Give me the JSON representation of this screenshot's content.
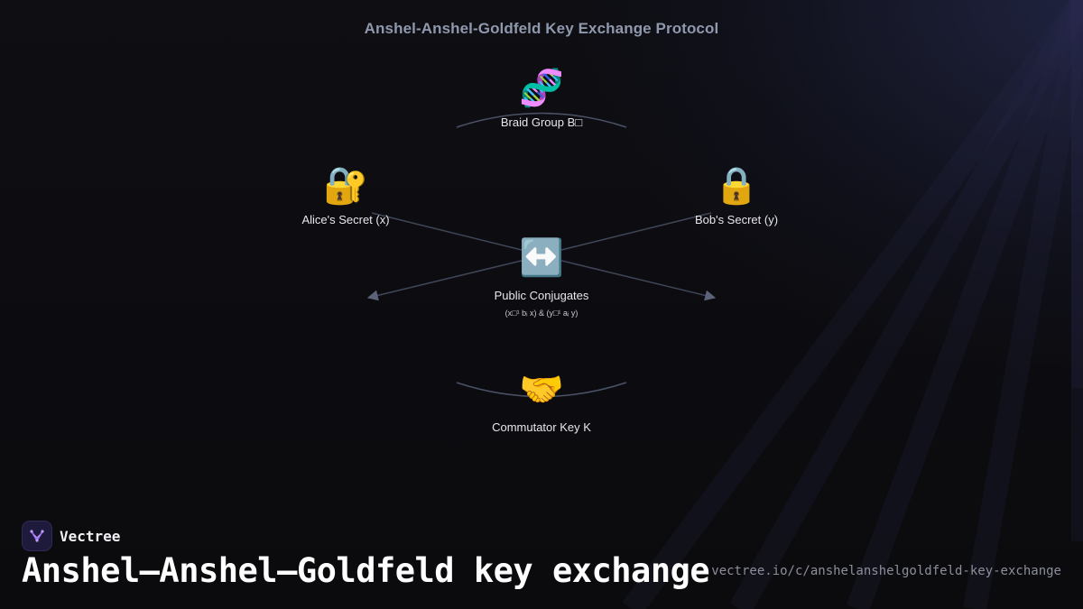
{
  "diagram": {
    "title": "Anshel-Anshel-Goldfeld Key Exchange Protocol",
    "nodes": {
      "braid_group": {
        "label": "Braid Group B□",
        "icon": "dna-icon",
        "glyph": "🧬"
      },
      "alice_secret": {
        "label": "Alice's Secret (x)",
        "icon": "locked-with-key-icon",
        "glyph": "🔐"
      },
      "bob_secret": {
        "label": "Bob's Secret (y)",
        "icon": "lock-icon",
        "glyph": "🔒"
      },
      "public_conjugates": {
        "label": "Public Conjugates",
        "sublabel": "(x□¹ bᵢ x) & (y□¹ aᵢ y)",
        "icon": "left-right-arrow-icon",
        "glyph": "↔️"
      },
      "commutator_key": {
        "label": "Commutator Key K",
        "icon": "handshake-icon",
        "glyph": "🤝"
      }
    },
    "colors": {
      "connector": "#4a5366",
      "title": "#8f98ad"
    }
  },
  "footer": {
    "brand_name": "Vectree",
    "brand_icon": "vectree-logo-icon",
    "headline": "Anshel–Anshel–Goldfeld key exchange",
    "url": "vectree.io/c/anshelanshelgoldfeld-key-exchange"
  }
}
